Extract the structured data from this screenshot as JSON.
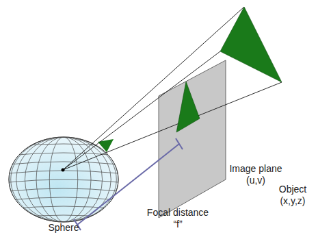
{
  "diagram": {
    "labels": [
      "Object (x,y,z)",
      "Image plane (u,v)",
      "Focal distance “f”",
      "Sphere"
    ]
  }
}
